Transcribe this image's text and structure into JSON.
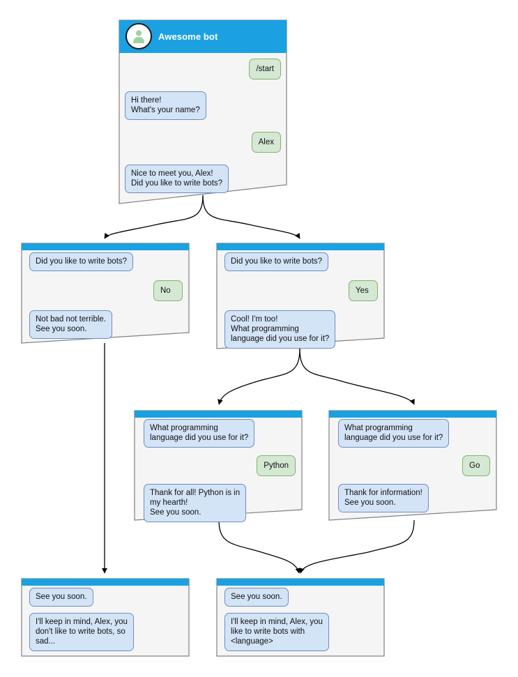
{
  "diagram": {
    "type": "bot-conversation-flowchart",
    "colors": {
      "header_blue": "#1ba1e2",
      "node_body": "#f5f5f5",
      "node_border": "#808080",
      "bot_bubble_fill": "#d4e4f7",
      "bot_bubble_border": "#6c8ebf",
      "user_bubble_fill": "#d5e8d4",
      "user_bubble_border": "#82b366",
      "edge": "#000000",
      "avatar_person": "#9fd39f"
    }
  },
  "nodes": [
    {
      "id": "start",
      "title": "Awesome bot",
      "has_header_title": true,
      "avatar_icon": "person-avatar-icon",
      "messages": [
        {
          "side": "user",
          "text": "/start"
        },
        {
          "side": "bot",
          "text": "Hi there!\nWhat's your name?"
        },
        {
          "side": "user",
          "text": "Alex"
        },
        {
          "side": "bot",
          "text": "Nice to meet you, Alex!\nDid you like to write bots?"
        }
      ]
    },
    {
      "id": "no-branch",
      "title": "",
      "has_header_title": false,
      "messages": [
        {
          "side": "bot",
          "text": "Did you like to write bots?"
        },
        {
          "side": "user",
          "text": "No"
        },
        {
          "side": "bot",
          "text": "Not bad not terrible.\nSee you soon."
        }
      ]
    },
    {
      "id": "yes-branch",
      "title": "",
      "has_header_title": false,
      "messages": [
        {
          "side": "bot",
          "text": "Did you like to write bots?"
        },
        {
          "side": "user",
          "text": "Yes"
        },
        {
          "side": "bot",
          "text": "Cool! I'm too!\nWhat programming\nlanguage did you use for it?"
        }
      ]
    },
    {
      "id": "python-branch",
      "title": "",
      "has_header_title": false,
      "messages": [
        {
          "side": "bot",
          "text": "What programming\nlanguage did you use for it?"
        },
        {
          "side": "user",
          "text": "Python"
        },
        {
          "side": "bot",
          "text": "Thank for all! Python is in\nmy hearth!\nSee you soon."
        }
      ]
    },
    {
      "id": "go-branch",
      "title": "",
      "has_header_title": false,
      "messages": [
        {
          "side": "bot",
          "text": "What programming\nlanguage did you use for it?"
        },
        {
          "side": "user",
          "text": "Go"
        },
        {
          "side": "bot",
          "text": "Thank for information!\nSee you soon."
        }
      ]
    },
    {
      "id": "end-sad",
      "title": "",
      "has_header_title": false,
      "messages": [
        {
          "side": "bot",
          "text": "See you soon."
        },
        {
          "side": "bot",
          "text": "I'll keep in mind, Alex, you\ndon't like to write bots, so\nsad..."
        }
      ]
    },
    {
      "id": "end-happy",
      "title": "",
      "has_header_title": false,
      "messages": [
        {
          "side": "bot",
          "text": "See you soon."
        },
        {
          "side": "bot",
          "text": "I'll keep in mind, Alex, you\nlike to write bots with\n<language>"
        }
      ]
    }
  ]
}
